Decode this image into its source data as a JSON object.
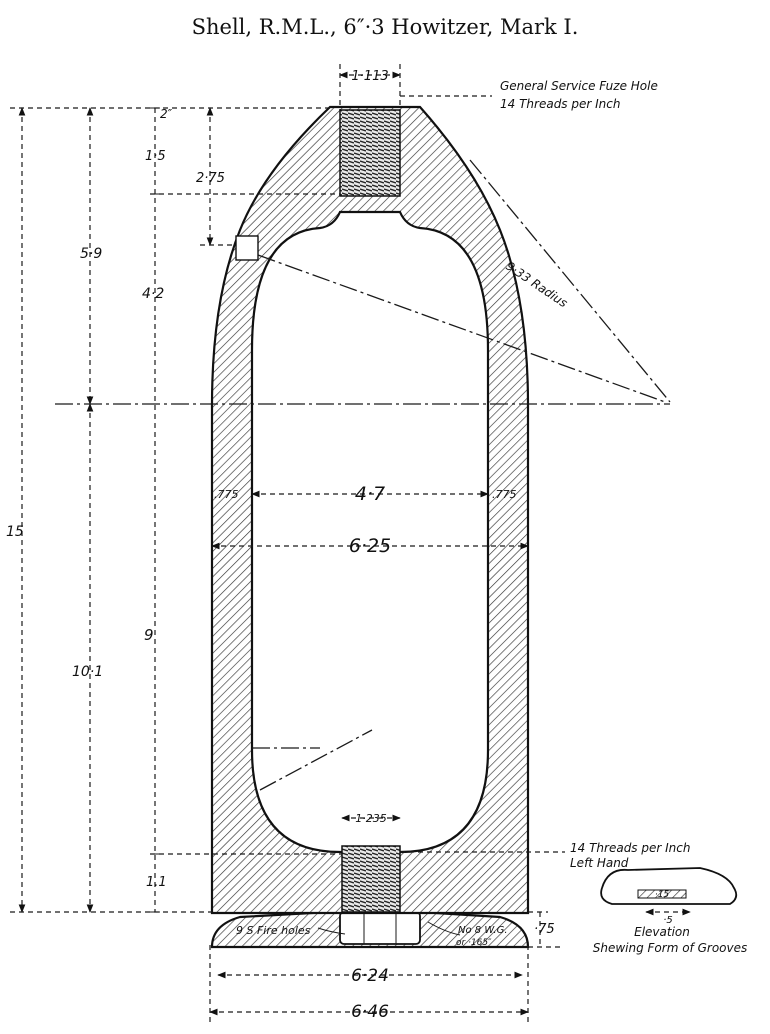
{
  "title": "Shell, R.M.L., 6″·3 Howitzer, Mark I.",
  "dimensions": {
    "fuze_hole_width": "1·113",
    "top_offset": "2″",
    "fuze_depth": "1·5",
    "head_cavity": "2·75",
    "head_total": "5·9",
    "head_inner": "4·2",
    "overall_length": "15",
    "body_length": "10·1",
    "body_inner": "9",
    "base_thickness": "1.1",
    "wall_left": ".775",
    "inner_diameter": "4·7",
    "wall_right": ".775",
    "diameter": "6·25",
    "base_hole": "1·235",
    "gas_check_outer": "6·24",
    "gas_check_max": "6·46",
    "gas_check_height": "·75",
    "groove_width": "·15",
    "groove_pitch": "·5"
  },
  "labels": {
    "fuze_note_1": "General Service Fuze Hole",
    "fuze_note_2": "14 Threads per Inch",
    "radius": "9·33 Radius",
    "base_threads_1": "14 Threads per Inch",
    "base_threads_2": "Left Hand",
    "fire_holes": "9 S Fire holes",
    "wire_1": "No 8 W.G.",
    "wire_2": "or ·165″",
    "elevation_1": "Elevation",
    "elevation_2": "Shewing Form of Grooves"
  }
}
